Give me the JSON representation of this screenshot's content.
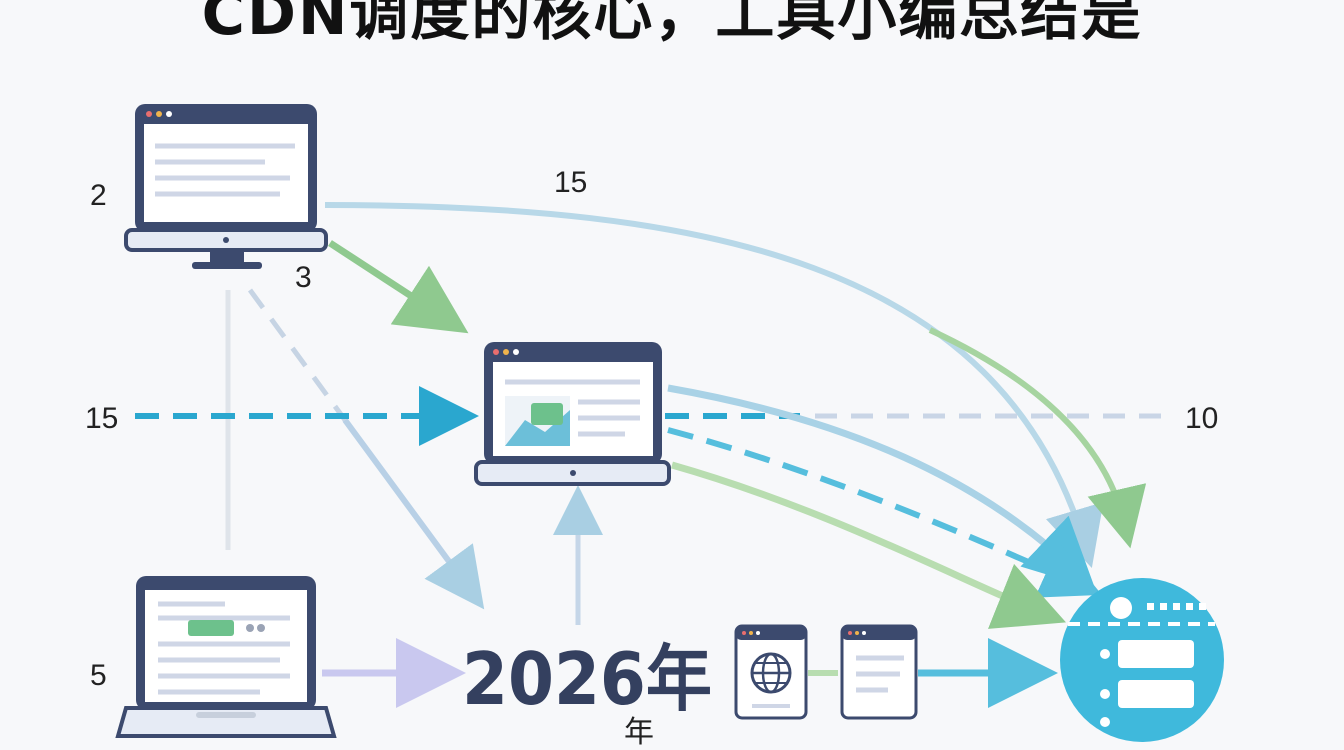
{
  "title": "CDN调度的核心，工具小编总结是",
  "labels": {
    "top_left": "2",
    "under_top_laptop": "3",
    "top_arc": "15",
    "left_dashed": "15",
    "right_dashed": "10",
    "bottom_left": "5"
  },
  "year_text": "2026年",
  "year_sub": "年",
  "icons": {
    "desktop": "monitor-icon",
    "center_laptop": "laptop-icon",
    "bottom_laptop": "laptop-icon",
    "web_card": "globe-icon",
    "doc_card": "document-icon",
    "server": "server-icon"
  },
  "colors": {
    "navy": "#3c4a6e",
    "green": "#8fc98f",
    "blue": "#2aa7cf",
    "lightblue": "#a9cfe3",
    "lavender": "#c9c8ef",
    "server": "#3fb9dc"
  }
}
